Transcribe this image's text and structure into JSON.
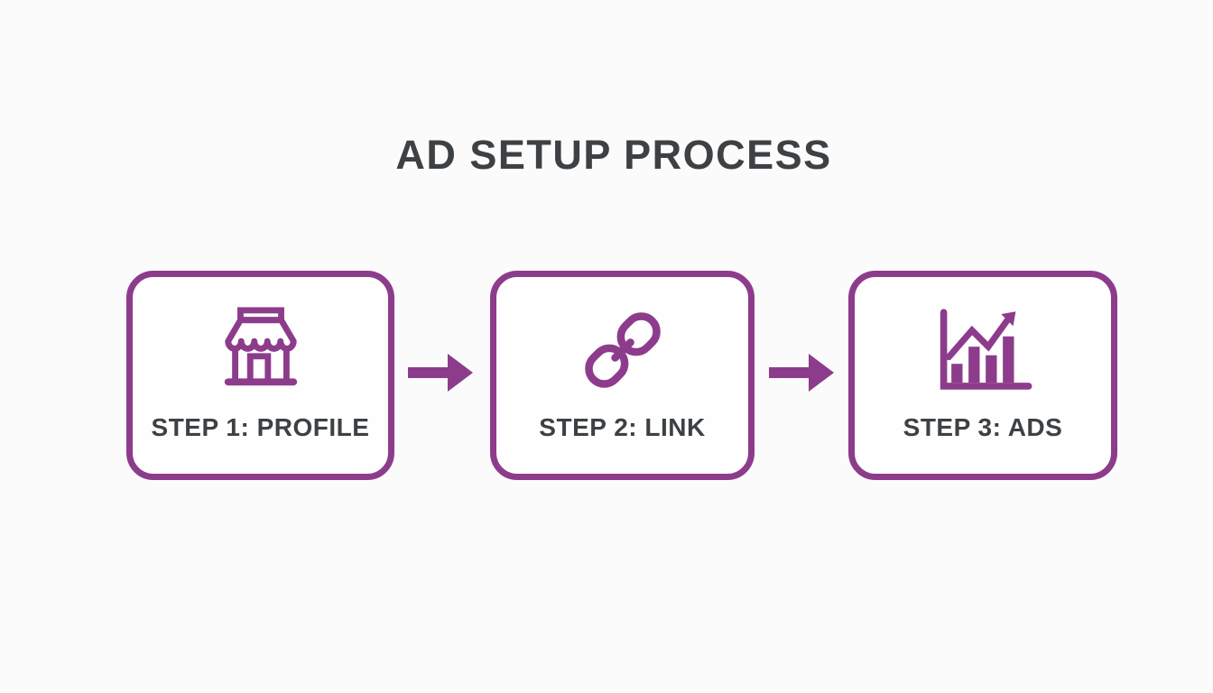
{
  "title": "AD SETUP PROCESS",
  "steps": [
    {
      "label": "STEP 1: PROFILE",
      "icon": "storefront-icon"
    },
    {
      "label": "STEP 2: LINK",
      "icon": "chain-link-icon"
    },
    {
      "label": "STEP 3: ADS",
      "icon": "bar-chart-growth-icon"
    }
  ],
  "connectors": [
    {
      "icon": "arrow-right-icon"
    },
    {
      "icon": "arrow-right-icon"
    }
  ],
  "colors": {
    "accent_purple": "#8d3c8c",
    "heading_text": "#3d4144",
    "background": "#fcfbfc",
    "card_background": "#fefefe"
  }
}
